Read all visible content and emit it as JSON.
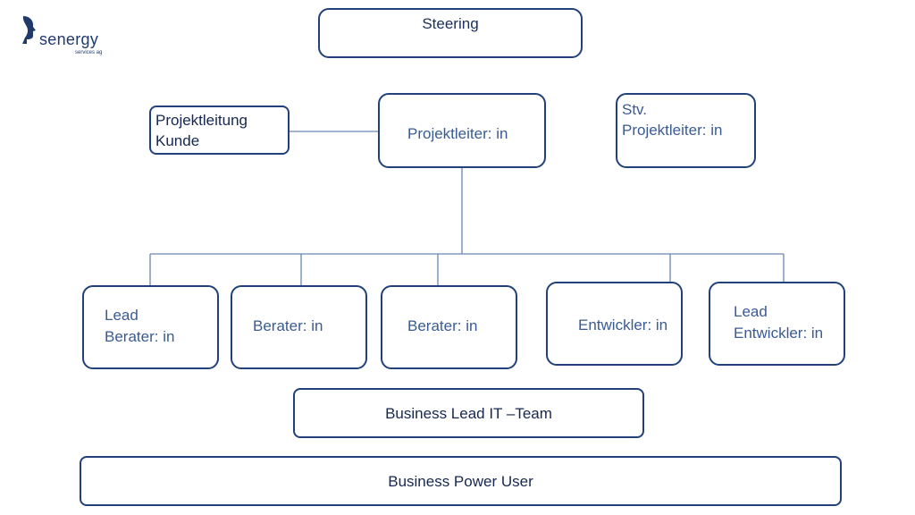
{
  "logo": {
    "name": "senergy",
    "subtitle": "services ag",
    "icon": "profile-head-icon"
  },
  "nodes": {
    "steering": "Steering",
    "pl_kunde": "Projektleitung\nKunde",
    "projektleiter": "Projektleiter: in",
    "stv": "Stv.\nProjektleiter: in",
    "lead_berater": "Lead\nBerater: in",
    "berater1": "Berater: in",
    "berater2": "Berater: in",
    "entwickler": "Entwickler: in",
    "lead_entwickler": "Lead\nEntwickler: in",
    "business_lead": "Business Lead IT –Team",
    "power_user": "Business Power User"
  },
  "colors": {
    "border": "#22407a",
    "text": "#1f3a6b",
    "line": "#5a78a8"
  }
}
